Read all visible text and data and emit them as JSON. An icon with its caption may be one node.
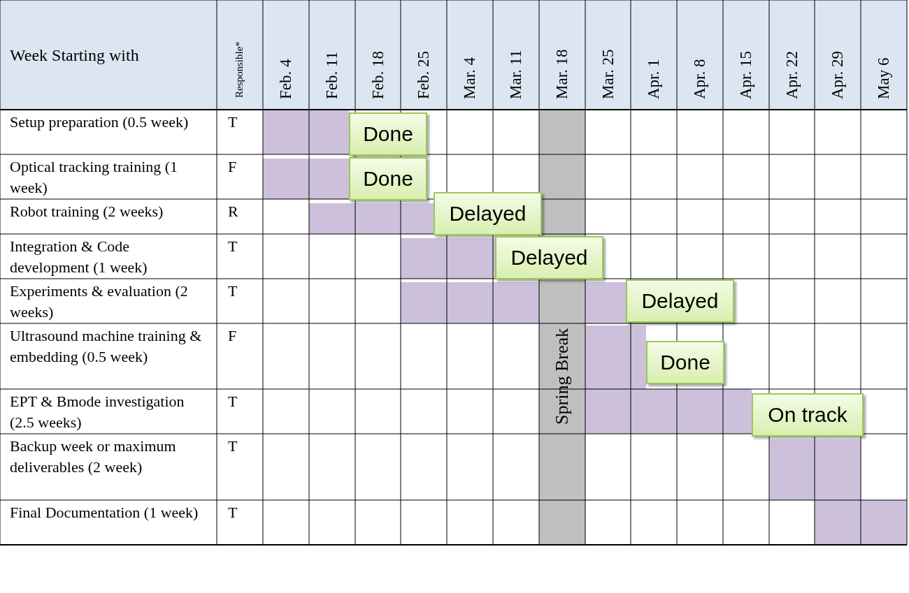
{
  "diagram": {
    "nodes": [
      {
        "text": [],
        "shape": "bar"
      },
      {
        "text": [
          "Done"
        ]
      },
      {
        "text": [],
        "shape": "bar"
      },
      {
        "text": [
          "Done"
        ]
      },
      {
        "text": [],
        "shape": "bar"
      },
      {
        "text": [
          "Delayed"
        ]
      },
      {
        "text": [],
        "shape": "bar"
      },
      {
        "text": [
          "Delayed"
        ]
      },
      {
        "text": [],
        "shape": "bar"
      },
      {
        "text": [],
        "shape": "bar"
      },
      {
        "text": [
          "Delayed"
        ]
      },
      {
        "text": [],
        "shape": "bar"
      },
      {
        "text": [
          "Done"
        ]
      },
      {
        "text": [],
        "shape": "bar"
      },
      {
        "text": [
          "On track"
        ]
      },
      {
        "text": [],
        "shape": "bar"
      },
      {
        "text": [],
        "shape": "bar"
      }
    ],
    "labels": [
      "Week Starting with",
      "Responsible*",
      "Feb. 4",
      "Feb. 11",
      "Feb. 18",
      "Feb. 25",
      "Mar. 4",
      "Mar. 11",
      "Mar. 18",
      "Mar. 25",
      "Apr. 1",
      "Apr. 8",
      "Apr. 15",
      "Apr. 22",
      "Apr. 29",
      "May 6",
      "Setup preparation (0.5 week)",
      "T",
      "Optical tracking training (1 week)",
      "F",
      "Robot training (2 weeks)",
      "R",
      "Integration & Code development (1 week)",
      "T",
      "Experiments & evaluation (2 weeks)",
      "T",
      "Ultrasound machine training & embedding (0.5 week)",
      "F",
      "EPT & Bmode investigation (2.5 weeks)",
      "T",
      "Backup week or maximum deliverables (2 week)",
      "T",
      "Final Documentation (1 week)",
      "T",
      "Spring Break"
    ]
  }
}
